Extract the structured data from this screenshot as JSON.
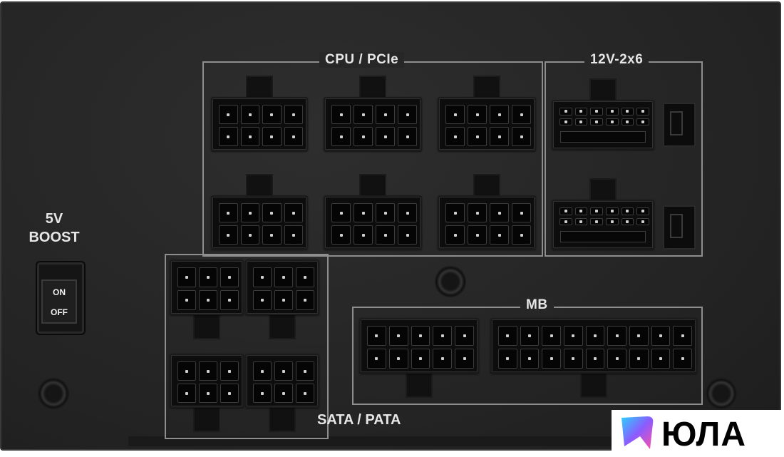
{
  "labels": {
    "boost_line1": "5V",
    "boost_line2": "BOOST",
    "switch_on": "ON",
    "switch_off": "OFF",
    "cpu_pcie": "CPU / PCIe",
    "hpwr": "12V-2x6",
    "mb": "MB",
    "sata_pata": "SATA / PATA"
  },
  "watermark": {
    "text": "ЮЛА",
    "colors": [
      "#2ad1ff",
      "#8a5cff",
      "#ff4fa8"
    ]
  },
  "colors": {
    "panel": "#262626",
    "outline": "#8e8e8e",
    "label": "#e6e6e6"
  }
}
